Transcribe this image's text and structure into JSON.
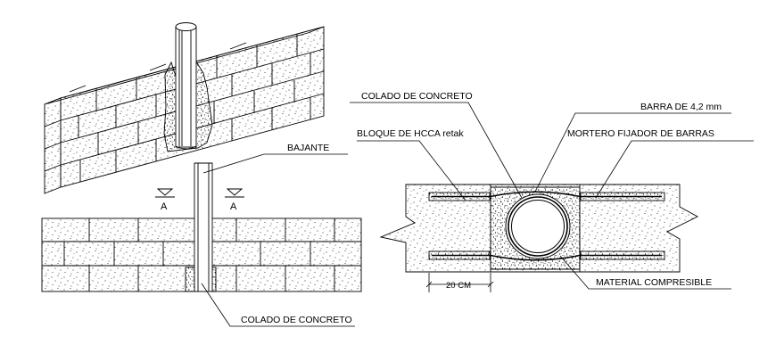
{
  "labels": {
    "bajante": "BAJANTE",
    "colado_concreto_elevation": "COLADO DE CONCRETO",
    "section_mark_left": "A",
    "section_mark_right": "A",
    "colado_concreto_section": "COLADO DE CONCRETO",
    "bloque_hcca": "BLOQUE DE HCCA retak",
    "barra": "BARRA DE 4,2 mm",
    "mortero": "MORTERO FIJADOR DE BARRAS",
    "material_compresible": "MATERIAL COMPRESIBLE",
    "dimension_20cm": "20 CM"
  },
  "colors": {
    "line": "#000000",
    "background": "#ffffff",
    "stipple": "#000000"
  },
  "icons": {
    "section_marker": "section-triangle-icon",
    "break_line": "zigzag-break-icon"
  }
}
